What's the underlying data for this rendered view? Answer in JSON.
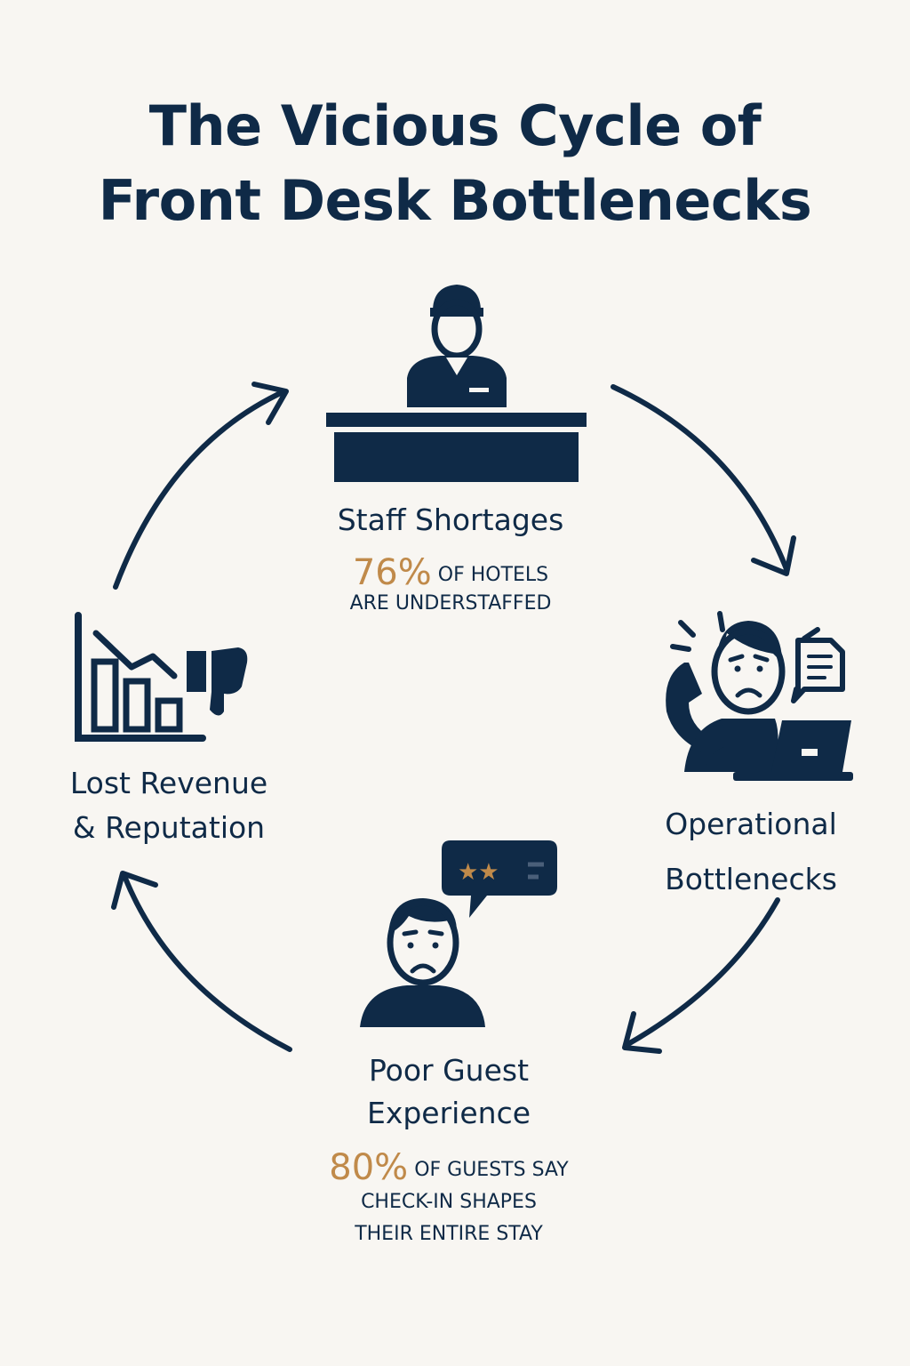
{
  "title": {
    "line1": "The Vicious Cycle of",
    "line2": "Front Desk Bottlenecks"
  },
  "nodes": {
    "staff": {
      "label": "Staff Shortages",
      "stat_value": "76%",
      "stat_line1": "OF HOTELS",
      "stat_line2": "ARE UNDERSTAFFED",
      "icon": "receptionist-desk-icon"
    },
    "operational": {
      "label_line1": "Operational",
      "label_line2": "Bottlenecks",
      "icon": "stressed-staff-phone-icon"
    },
    "guest": {
      "label_line1": "Poor Guest",
      "label_line2": "Experience",
      "stat_value": "80%",
      "stat_line1": "OF GUESTS SAY",
      "stat_line2": "CHECK-IN SHAPES",
      "stat_line3": "THEIR ENTIRE STAY",
      "icon": "unhappy-guest-review-icon"
    },
    "revenue": {
      "label_line1": "Lost Revenue",
      "label_line2": "& Reputation",
      "icon": "declining-chart-thumbs-down-icon"
    }
  },
  "colors": {
    "navy": "#0f2a47",
    "accent": "#c08a4a",
    "background": "#f8f6f2"
  }
}
